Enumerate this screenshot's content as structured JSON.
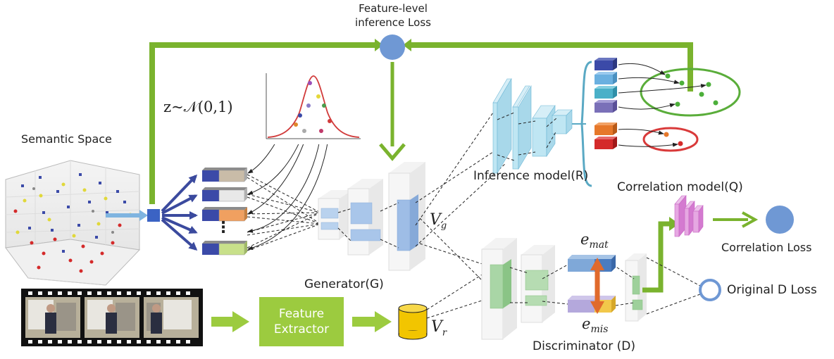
{
  "labels": {
    "feature_level_loss_line1": "Feature-level",
    "feature_level_loss_line2": "inference Loss",
    "semantic_space": "Semantic Space",
    "noise_prior": "z~𝒩(0,1)",
    "generator": "Generator(G)",
    "inference_model": "Inference model(R)",
    "correlation_model": "Correlation model(Q)",
    "correlation_loss": "Correlation Loss",
    "original_d_loss": "Original D Loss",
    "discriminator": "Discriminator (D)",
    "feature_extractor_line1": "Feature",
    "feature_extractor_line2": "Extractor",
    "v_g": "V",
    "v_g_sub": "g",
    "v_r": "V",
    "v_r_sub": "r",
    "e_mat": "e",
    "e_mat_sub": "mat",
    "e_mis": "e",
    "e_mis_sub": "mis",
    "ellipsis": "⋮"
  },
  "colors": {
    "green_arrow": "#7ab32e",
    "blue_node": "#6f98d4",
    "orange_arrow": "#e06a2c",
    "green_ellipse": "#5aad3a",
    "red_ellipse": "#d93a3a",
    "navy_arrow": "#3b4a9e",
    "generator_blue": "#9fbfe3",
    "inference_cyan": "#bfe6f3",
    "disc_green": "#9ed09b",
    "correlation_pink": "#d47ad0",
    "feature_extractor": "#9ccb3f",
    "cylinder_yellow": "#f2c500"
  },
  "icons": {
    "loss_node": "circle-node",
    "original_loss_node": "ring-node",
    "video_frames": "film-strip-icon"
  }
}
